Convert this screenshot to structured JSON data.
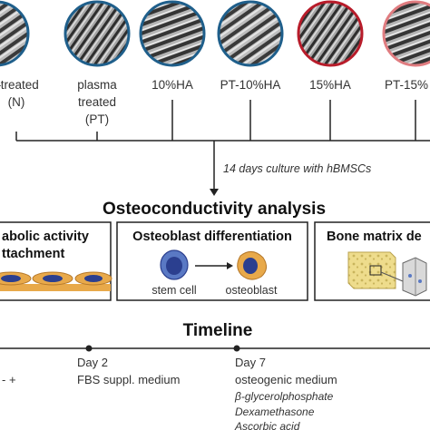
{
  "samples": [
    {
      "line1": "–treated",
      "line2": "(N)",
      "ring": "#1f5f8b"
    },
    {
      "line1": "plasma",
      "line2": "treated",
      "line3": "(PT)",
      "ring": "#1f5f8b"
    },
    {
      "line1": "10%HA",
      "ring": "#1f5f8b"
    },
    {
      "line1": "PT-10%HA",
      "ring": "#1f5f8b"
    },
    {
      "line1": "15%HA",
      "ring": "#b81c2a"
    },
    {
      "line1": "PT-15%",
      "ring": "#e07c80"
    }
  ],
  "culture_note": "14 days culture with hBMSCs",
  "analysis_title": "Osteoconductivity analysis",
  "panels": {
    "metabolic": {
      "line1": "abolic activity",
      "line2": "ttachment"
    },
    "osteoblast": {
      "title": "Osteoblast differentiation",
      "stem_label": "stem cell",
      "osteo_label": "osteoblast"
    },
    "bone": {
      "title": "Bone matrix de"
    }
  },
  "timeline": {
    "title": "Timeline",
    "start_label": "- +",
    "day2": {
      "label": "Day 2",
      "medium": "FBS suppl. medium"
    },
    "day7": {
      "label": "Day 7",
      "medium": "osteogenic medium",
      "items": [
        "β-glycerolphosphate",
        "Dexamethasone",
        "Ascorbic acid"
      ]
    }
  },
  "colors": {
    "accent_blue": "#1f5f8b",
    "red_ring": "#b81c2a",
    "pink_ring": "#e07c80",
    "cell_nucleus": "#2b3f8f",
    "cell_body": "#e8a94a",
    "bone_yellow": "#eedc8c"
  }
}
